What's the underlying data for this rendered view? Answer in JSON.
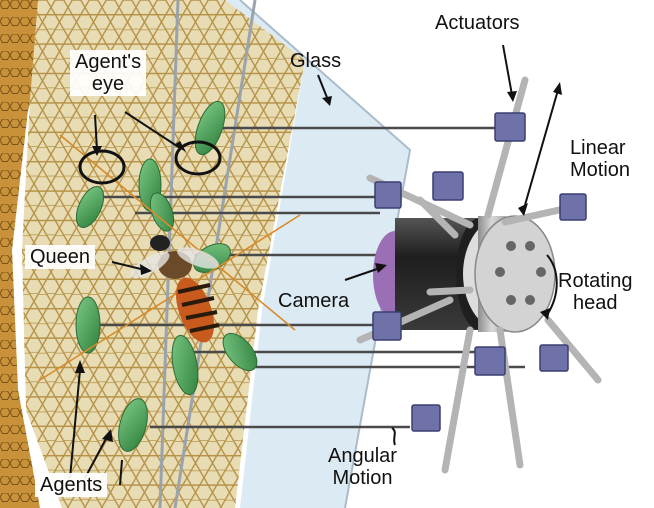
{
  "labels": {
    "agents_eye_line1": "Agent's",
    "agents_eye_line2": "eye",
    "glass": "Glass",
    "actuators": "Actuators",
    "linear_motion_line1": "Linear",
    "linear_motion_line2": "Motion",
    "queen": "Queen",
    "camera": "Camera",
    "rotating_head_line1": "Rotating",
    "rotating_head_line2": "head",
    "angular_motion_line1": "Angular",
    "angular_motion_line2": "Motion",
    "agents": "Agents"
  },
  "colors": {
    "honeycomb_fill": "#e8dcb4",
    "honeycomb_edge": "#c4a35a",
    "glass": "#cfe0ee",
    "agent_green": "#4fa45c",
    "actuator_blue": "#6e72a8",
    "camera_body": "#2b2b2b",
    "lens_purple": "#9b6fb6",
    "queen_orange": "#c85a1e"
  }
}
